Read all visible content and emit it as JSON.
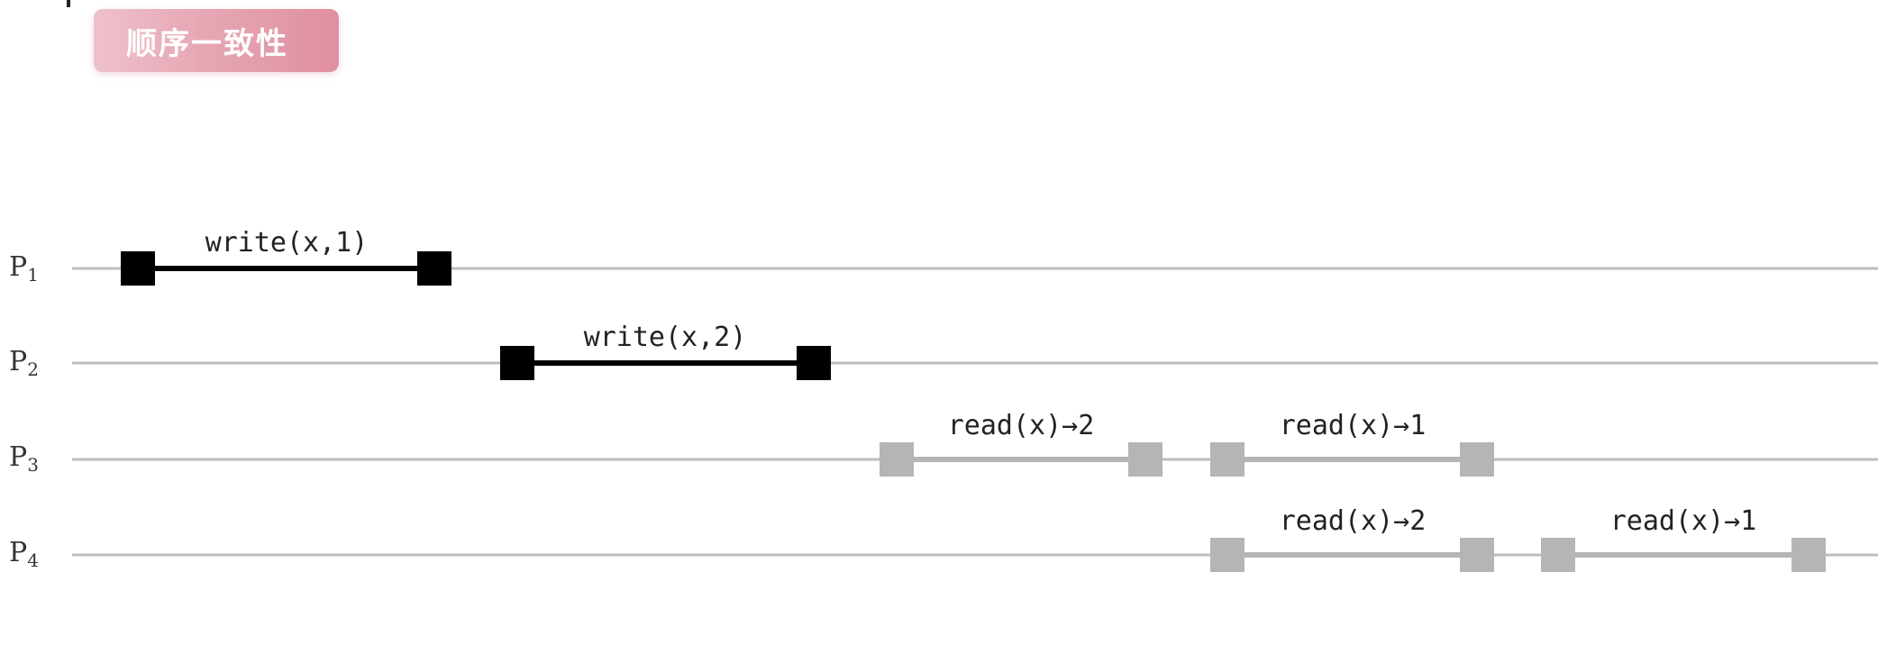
{
  "title": "顺序一致性",
  "colors": {
    "badge": "#e6a7b4",
    "write": "#000000",
    "read": "#b5b5b5",
    "timeline": "#bdbdbd"
  },
  "processes": [
    {
      "id": "P1",
      "name": "P",
      "sub": "1",
      "ops": [
        {
          "type": "write",
          "label": "write(x,1)"
        }
      ]
    },
    {
      "id": "P2",
      "name": "P",
      "sub": "2",
      "ops": [
        {
          "type": "write",
          "label": "write(x,2)"
        }
      ]
    },
    {
      "id": "P3",
      "name": "P",
      "sub": "3",
      "ops": [
        {
          "type": "read",
          "label": "read(x)→2"
        },
        {
          "type": "read",
          "label": "read(x)→1"
        }
      ]
    },
    {
      "id": "P4",
      "name": "P",
      "sub": "4",
      "ops": [
        {
          "type": "read",
          "label": "read(x)→2"
        },
        {
          "type": "read",
          "label": "read(x)→1"
        }
      ]
    }
  ]
}
